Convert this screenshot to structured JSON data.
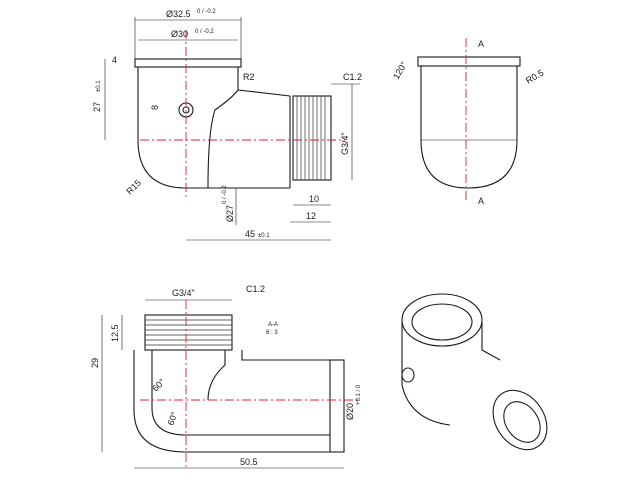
{
  "views": {
    "front": {
      "dim_outer_dia": "Ø32.5",
      "dim_outer_tol": "0 / -0.2",
      "dim_inner_dia": "Ø30",
      "dim_inner_tol": "0 / -0.2",
      "dim_flange": "4",
      "dim_height": "27",
      "dim_height_tol": "±0.1",
      "dim_slot": "8",
      "dim_radius_top": "R2",
      "dim_chamfer": "C1.2",
      "dim_thread": "G3/4\"",
      "dim_radius_bottom": "R15",
      "dim_bore_dia": "Ø27",
      "dim_bore_tol": "0 / -0.2",
      "dim_thread_len": "10",
      "dim_thread_len2": "12",
      "dim_length": "45",
      "dim_length_tol": "±0.1",
      "dim_r_small": "R2"
    },
    "side": {
      "section_a_top": "A",
      "section_a_bottom": "A",
      "dim_angle": "120°",
      "dim_radius": "R0.5"
    },
    "section": {
      "dim_thread": "G3/4\"",
      "dim_chamfer": "C1.2",
      "dim_total_h": "29",
      "dim_thread_h": "12.5",
      "section_label_top": "A-A",
      "section_label_bottom": "6 : 3",
      "dim_angle": "60°",
      "dim_angle2": "60°",
      "dim_outlet_dia": "Ø20",
      "dim_outlet_tol": "+0.1 / 0",
      "dim_length": "50.5"
    }
  }
}
